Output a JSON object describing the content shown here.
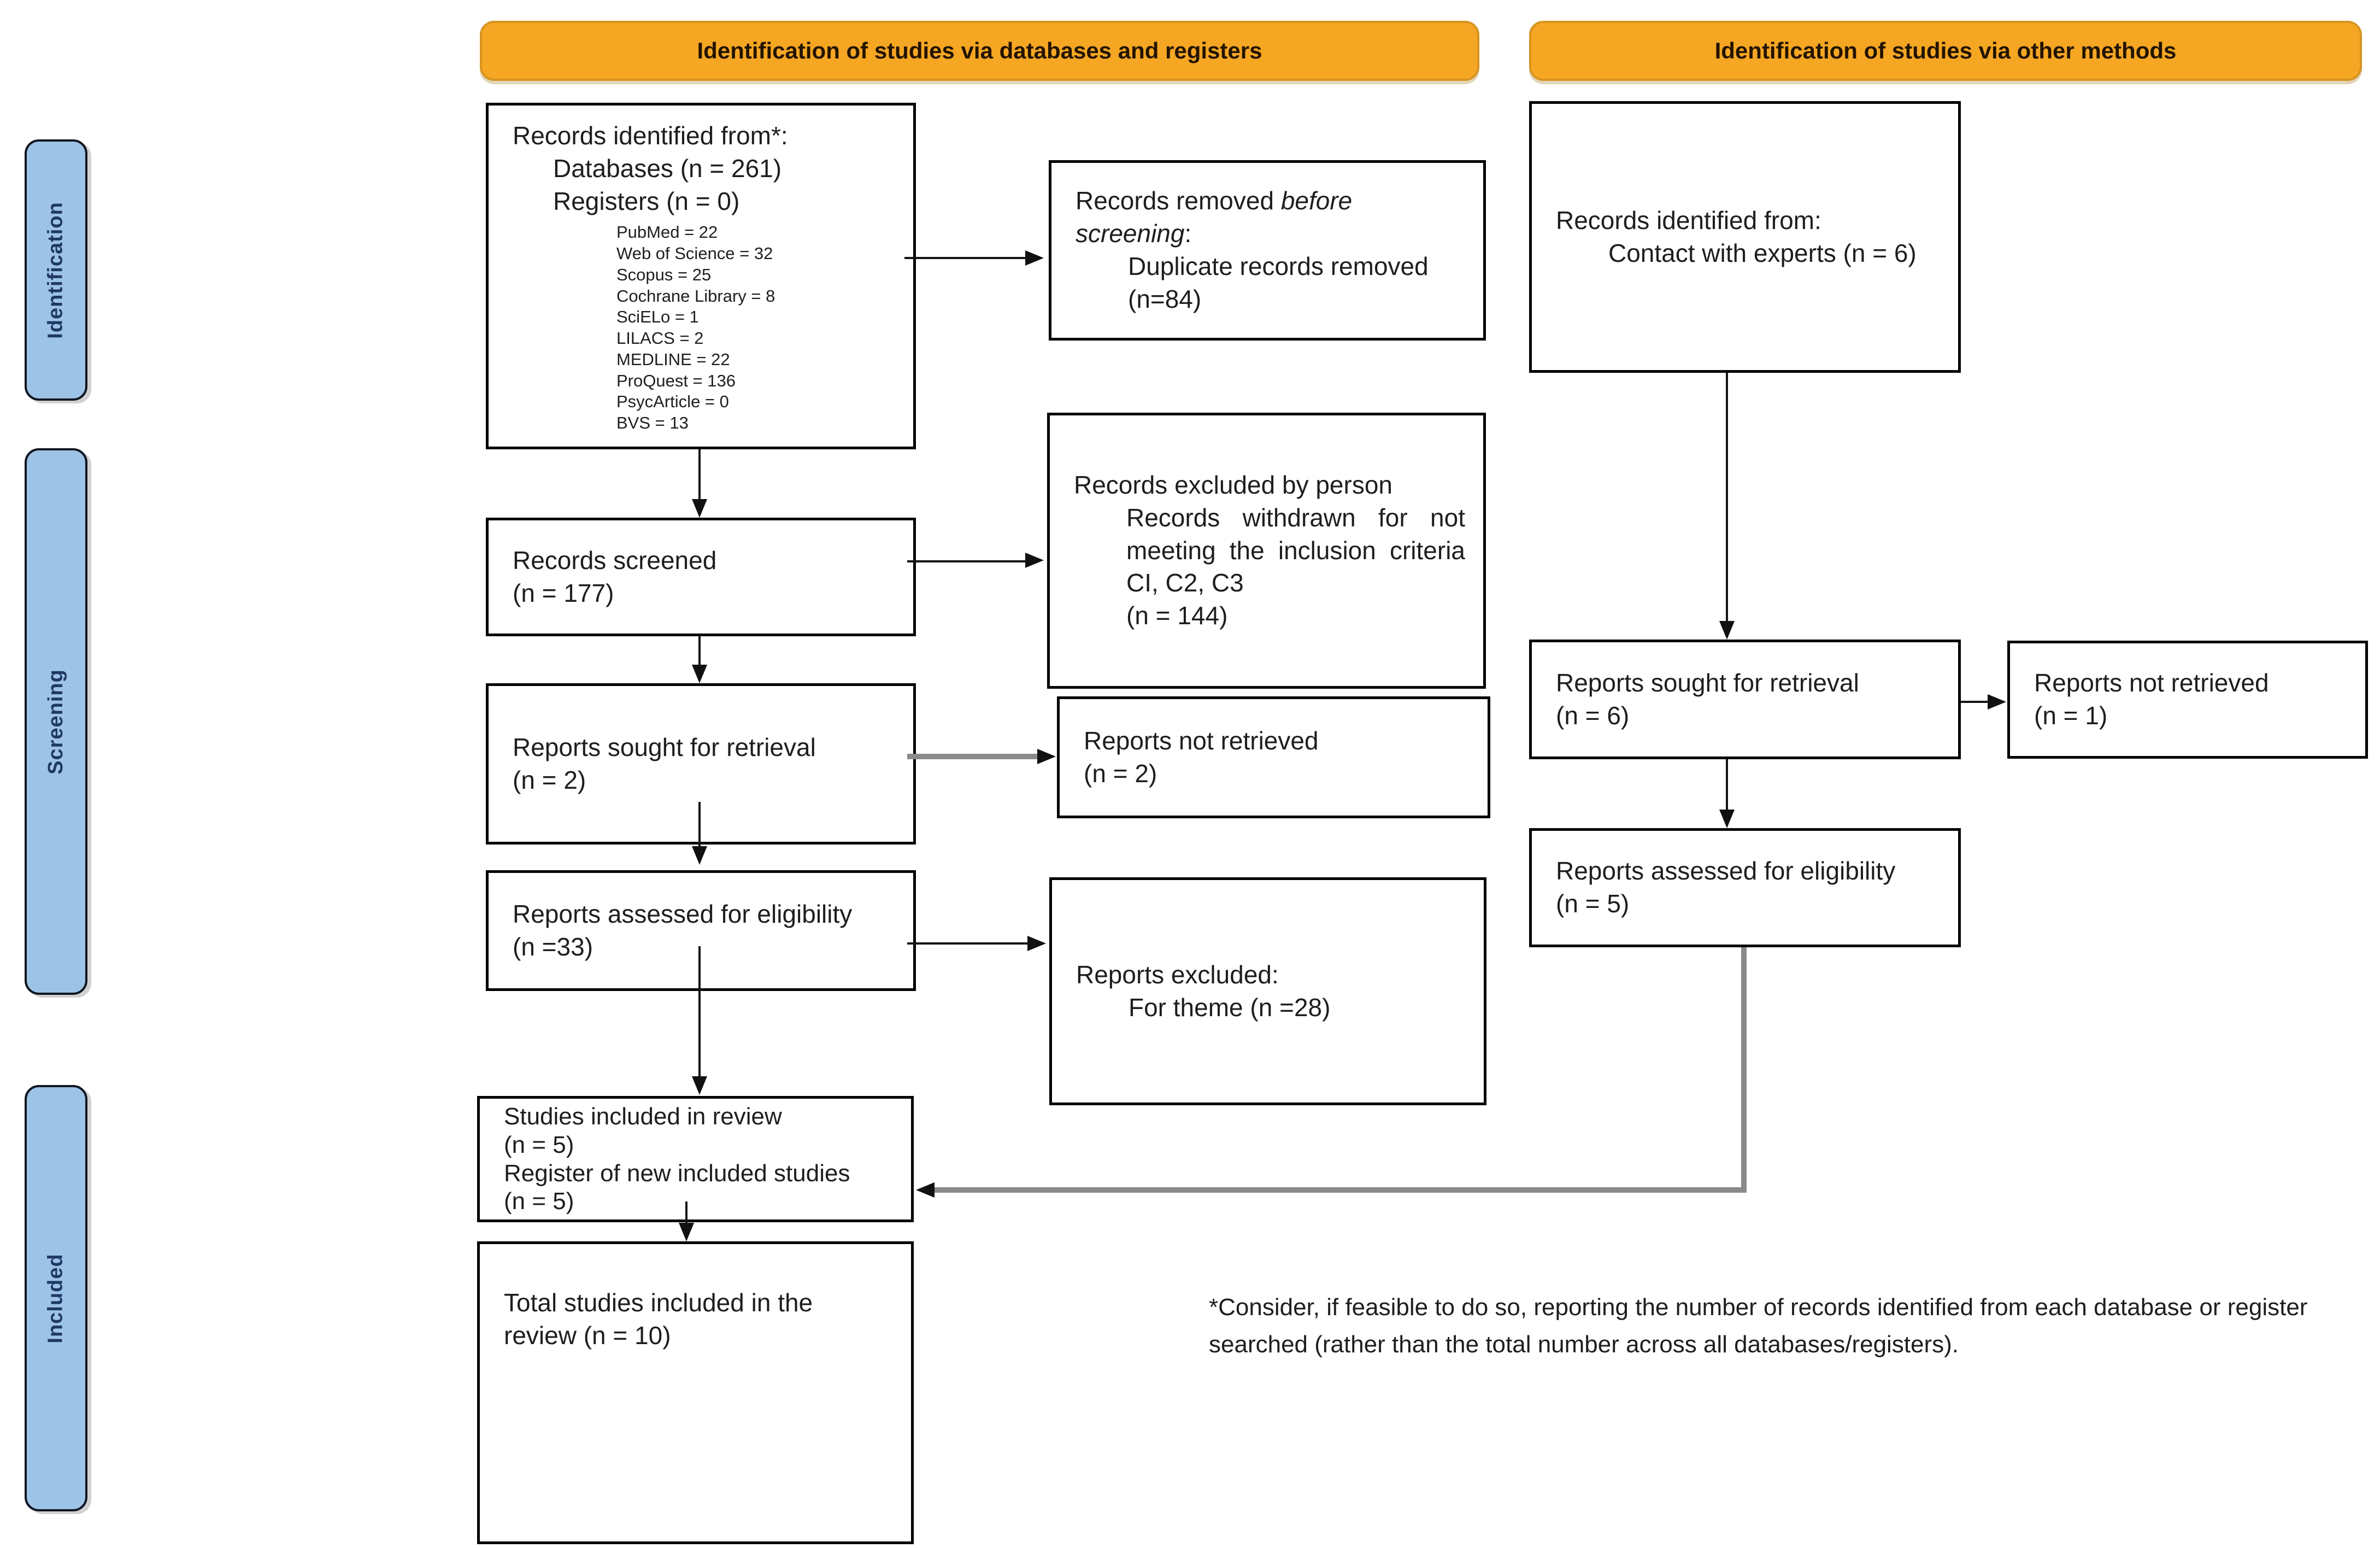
{
  "headers": {
    "databases": "Identification of studies via databases and registers",
    "other": "Identification of studies via other methods"
  },
  "sidebar": {
    "identification": "Identification",
    "screening": "Screening",
    "included": "Included"
  },
  "colors": {
    "header_bg": "#F5A623",
    "header_border": "#D79420",
    "band_bg": "#9DC3E6",
    "band_text": "#1F3864",
    "connector_gray": "#8a8a8a",
    "box_border": "#000000"
  },
  "boxes": {
    "records_identified": {
      "title": "Records identified from*:",
      "lines": [
        "Databases (n = 261)",
        "Registers (n = 0)"
      ],
      "sources": [
        "PubMed = 22",
        "Web of Science = 32",
        "Scopus = 25",
        "Cochrane Library = 8",
        "SciELo = 1",
        "LILACS = 2",
        "MEDLINE = 22",
        "ProQuest = 136",
        "PsycArticle = 0",
        "BVS = 13"
      ]
    },
    "records_removed": {
      "line1_normal": "Records removed ",
      "line1_italic": "before screening",
      "line1_end": ":",
      "item_line1": "Duplicate records removed",
      "item_line2": "(n=84)"
    },
    "records_screened": {
      "line1": "Records screened",
      "line2": "(n = 177)"
    },
    "records_excluded": {
      "title": "Records excluded by person",
      "body": "Records withdrawn for not meeting the inclusion criteria CI, C2, C3",
      "n": "(n = 144)"
    },
    "reports_sought_db": {
      "line1": "Reports sought for retrieval",
      "line2": "(n = 2)"
    },
    "reports_not_retrieved_db": {
      "line1": "Reports not retrieved",
      "line2": "(n = 2)"
    },
    "reports_assessed_db": {
      "line1": "Reports assessed for eligibility",
      "line2": "(n =33)"
    },
    "reports_excluded": {
      "title": "Reports excluded:",
      "item": "For theme (n =28)"
    },
    "studies_included": {
      "lines": [
        "Studies included in review",
        "(n = 5)",
        "Register of new included studies",
        "(n = 5)"
      ]
    },
    "total_studies": {
      "text": "Total studies included in the review (n = 10)"
    },
    "records_other": {
      "title": "Records identified from:",
      "item": "Contact with experts (n = 6)"
    },
    "reports_sought_other": {
      "line1": "Reports sought for retrieval",
      "line2": "(n = 6)"
    },
    "reports_not_retrieved_other": {
      "line1": "Reports not retrieved",
      "line2": "(n = 1)"
    },
    "reports_assessed_other": {
      "line1": "Reports assessed for eligibility",
      "line2": "(n = 5)"
    }
  },
  "footnote": "*Consider, if feasible to do so, reporting the number of records identified from each database or register searched (rather than the total number across all databases/registers)."
}
